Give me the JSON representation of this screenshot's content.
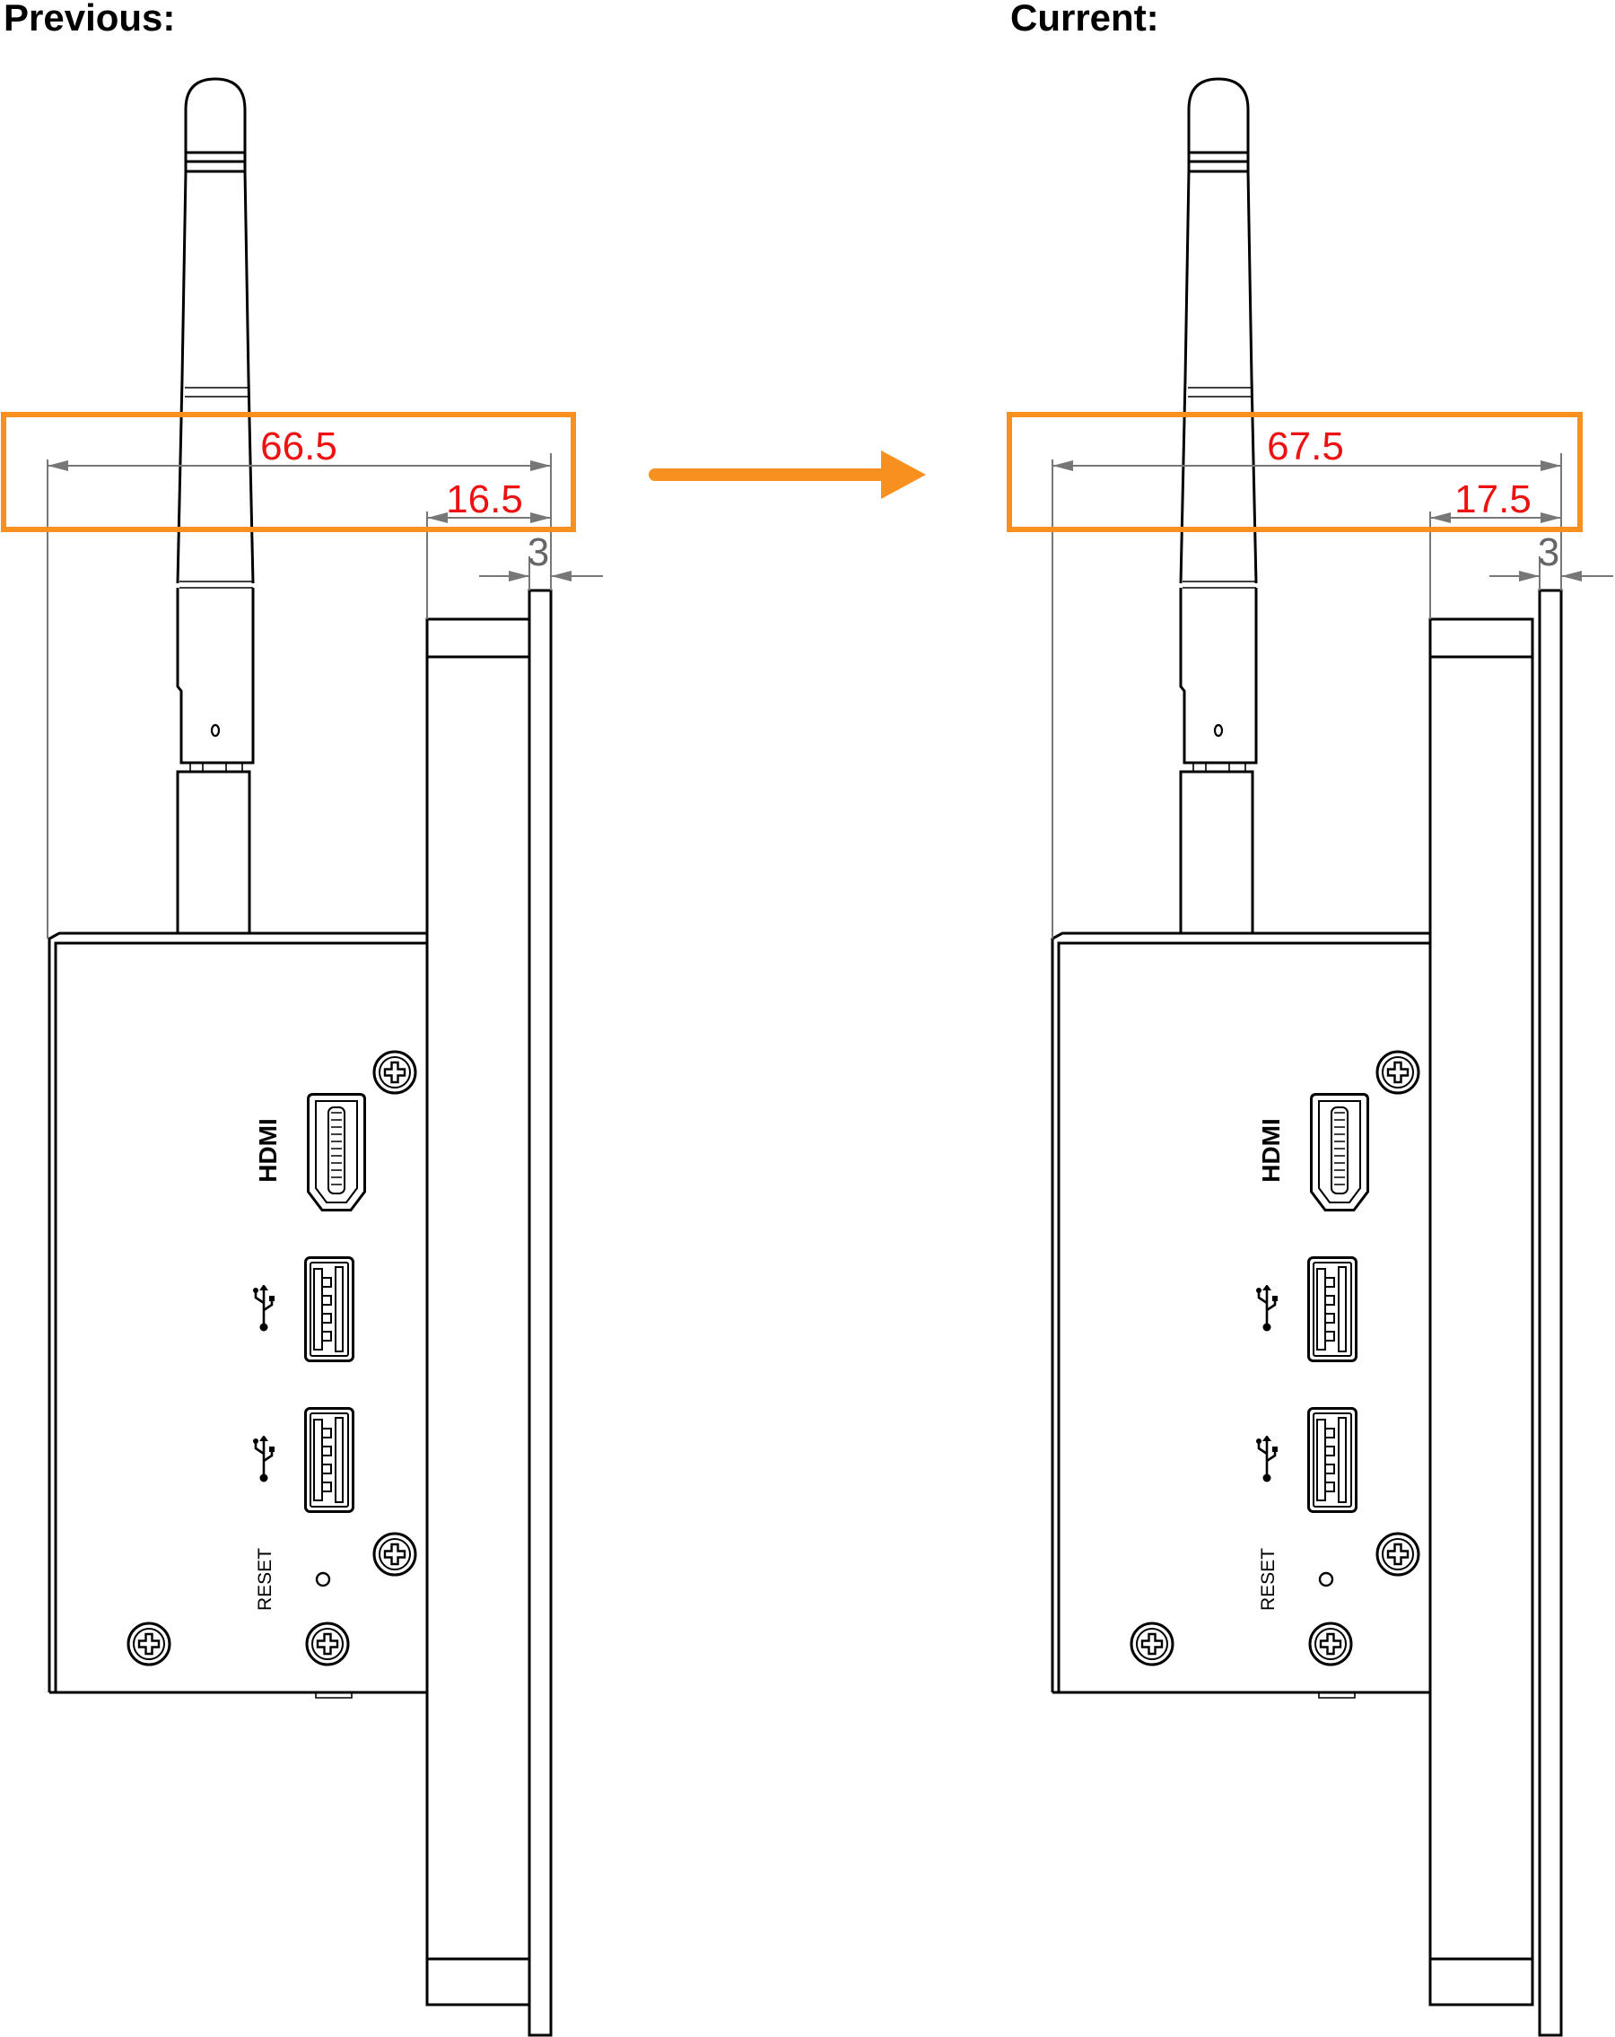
{
  "titles": {
    "previous": "Previous:",
    "current": "Current:"
  },
  "previous": {
    "overall": "66.5",
    "offset": "16.5",
    "panel": "3"
  },
  "current": {
    "overall": "67.5",
    "offset": "17.5",
    "panel": "3"
  },
  "ports": {
    "hdmi_label": "HDMI",
    "reset_label": "RESET"
  },
  "colors": {
    "highlight": "#f7901e",
    "dimension": "#ee1111",
    "line": "#000000"
  },
  "icons": [
    "antenna",
    "hdmi-port-icon",
    "usb-port-icon",
    "usb-symbol-icon",
    "screw-icon",
    "reset-hole-icon",
    "arrow-right-icon"
  ]
}
